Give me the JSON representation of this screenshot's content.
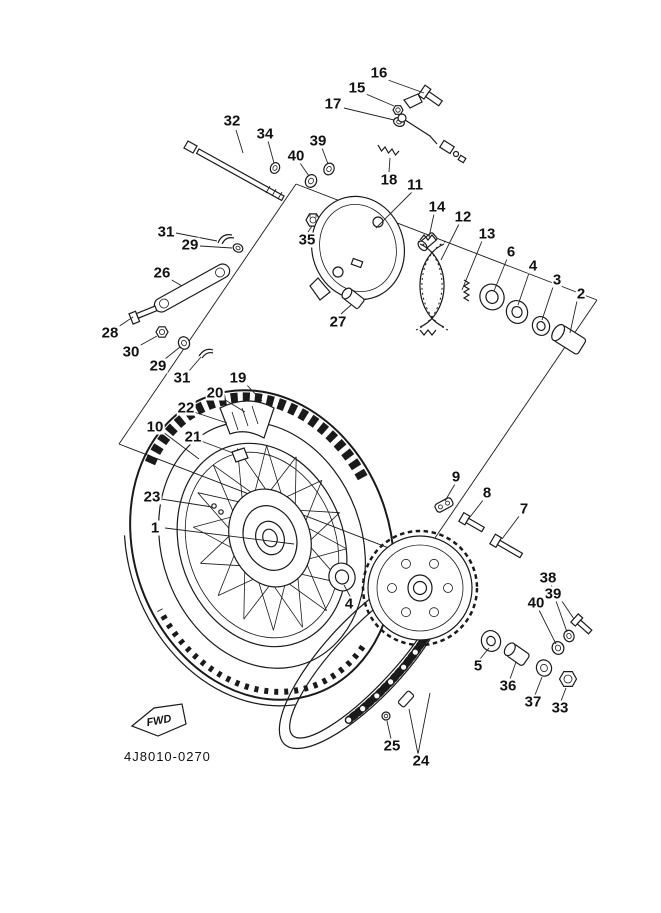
{
  "diagram": {
    "code": "4J8010-0270",
    "fwd_label": "FWD",
    "callouts": [
      "16",
      "15",
      "17",
      "32",
      "34",
      "39",
      "40",
      "18",
      "11",
      "14",
      "12",
      "13",
      "6",
      "4",
      "3",
      "2",
      "31",
      "29",
      "35",
      "26",
      "27",
      "28",
      "30",
      "29",
      "31",
      "19",
      "20",
      "22",
      "10",
      "21",
      "23",
      "1",
      "9",
      "8",
      "7",
      "38",
      "39",
      "40",
      "4",
      "5",
      "36",
      "37",
      "33",
      "25",
      "24"
    ],
    "colors": {
      "line": "#1a1a1a",
      "background": "#ffffff",
      "label_text": "#111111"
    }
  }
}
